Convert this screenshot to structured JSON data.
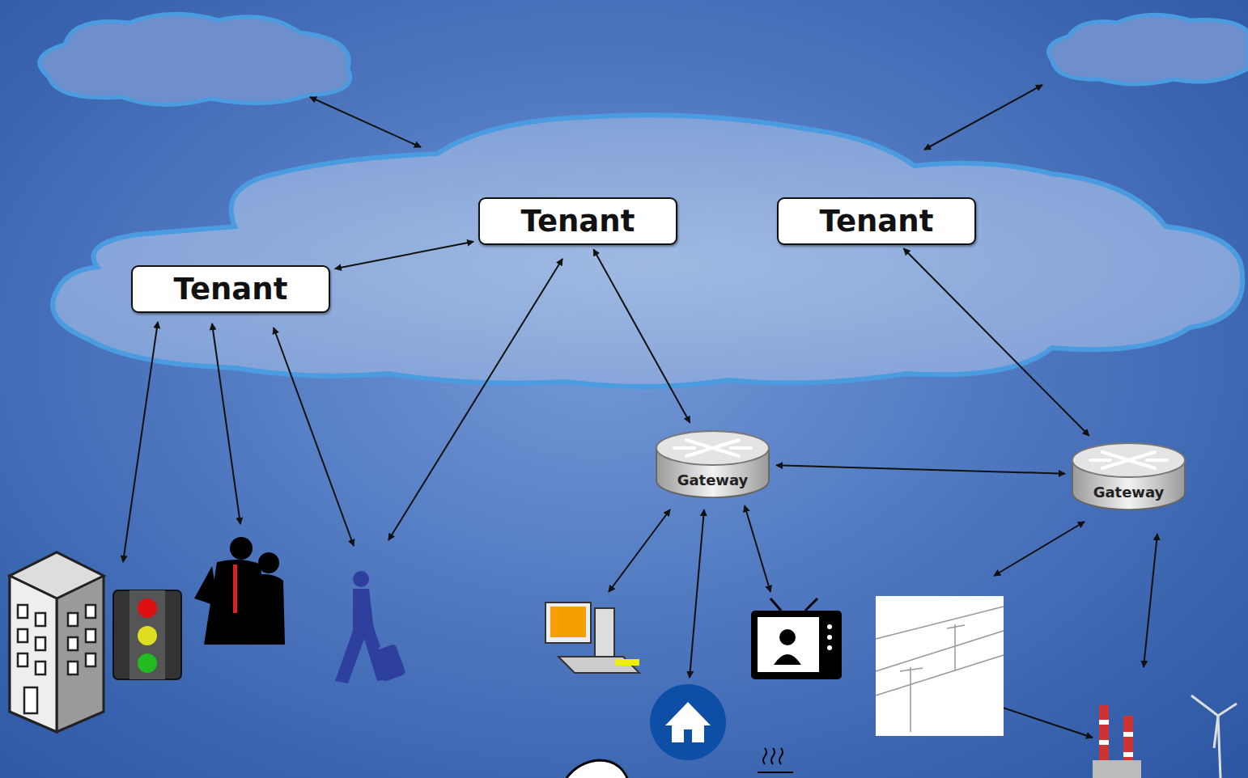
{
  "diagram": {
    "nodes": [
      {
        "text": [
          "Tenant"
        ]
      },
      {
        "text": [
          "Tenant"
        ]
      },
      {
        "text": [
          "Tenant"
        ]
      },
      {
        "text": [
          "Gateway"
        ]
      },
      {
        "text": [
          "Gateway"
        ]
      }
    ],
    "edges": [
      {
        "from": 0,
        "to": 1,
        "arrow": "both"
      },
      {
        "from": 1,
        "to": 3,
        "arrow": "both"
      },
      {
        "from": 2,
        "to": 4,
        "arrow": "both"
      },
      {
        "from": 3,
        "to": 4,
        "arrow": "both"
      }
    ]
  }
}
